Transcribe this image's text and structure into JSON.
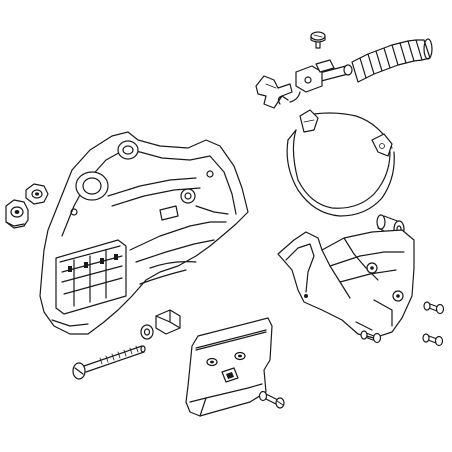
{
  "diagram": {
    "type": "exploded-parts-view",
    "background": "#ffffff",
    "line_color": "#1a1a1a",
    "parts": [
      {
        "id": "top-screw"
      },
      {
        "id": "compression-spring"
      },
      {
        "id": "adjuster-lever-assembly"
      },
      {
        "id": "brake-band"
      },
      {
        "id": "sprocket-cover-housing"
      },
      {
        "id": "collar-nut-upper"
      },
      {
        "id": "collar-nut-lower"
      },
      {
        "id": "sleeve-bushing"
      },
      {
        "id": "chain-brake-shield"
      },
      {
        "id": "long-tensioner-bolt"
      },
      {
        "id": "washer"
      },
      {
        "id": "tensioner-slide-nut"
      },
      {
        "id": "guide-plate"
      },
      {
        "id": "bottom-screw"
      },
      {
        "id": "shield-screw-1"
      },
      {
        "id": "shield-screw-2"
      },
      {
        "id": "shield-screw-3"
      }
    ]
  }
}
